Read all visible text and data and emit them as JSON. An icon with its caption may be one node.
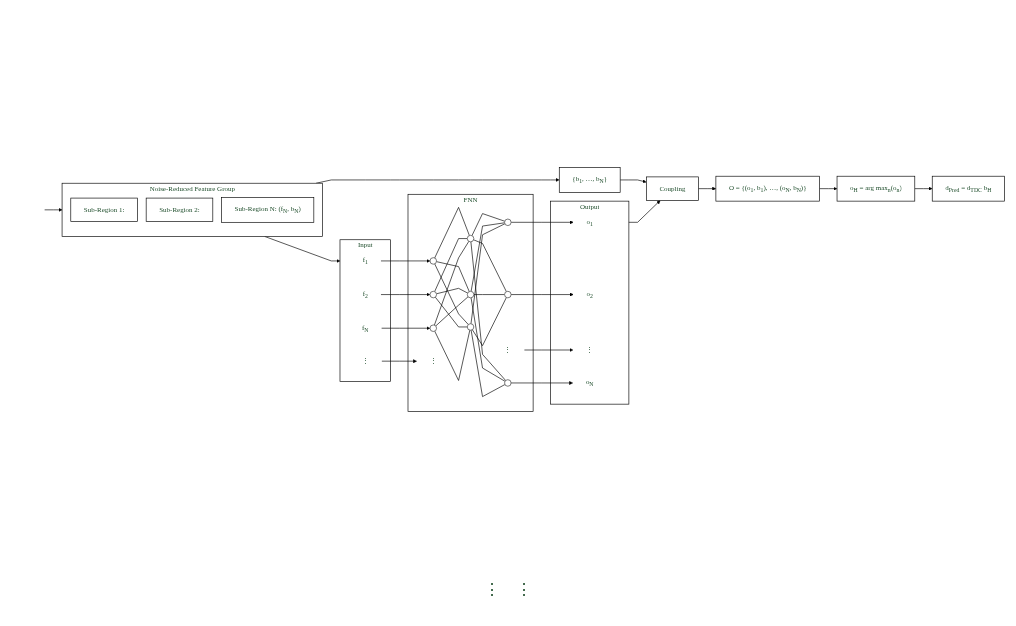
{
  "diagram": {
    "nodes": [
      {
        "text": [
          "Noise-Reduced Feature Group"
        ]
      },
      {
        "text": [
          "Sub-Region 1:"
        ],
        "in": 0
      },
      {
        "text": [
          "Sub-Region 2:"
        ],
        "in": 0
      },
      {
        "text": [
          "Sub-Region N: (f$_{N}$, b$_{N}$)"
        ],
        "in": 0
      },
      {
        "text": [
          "Input"
        ]
      },
      {
        "text": [
          "f$_{1}$"
        ],
        "in": 4
      },
      {
        "text": [
          "f$_{2}$"
        ],
        "in": 4
      },
      {
        "text": [
          "⋮"
        ],
        "in": 4
      },
      {
        "text": [
          "f$_{N}$"
        ],
        "in": 4
      },
      {
        "text": [
          "FNN"
        ]
      },
      {
        "text": [],
        "shape": "circle",
        "in": 9
      },
      {
        "text": [],
        "shape": "circle",
        "in": 9
      },
      {
        "text": [],
        "shape": "circle",
        "in": 9
      },
      {
        "text": [
          "⋮"
        ],
        "in": 9
      },
      {
        "text": [],
        "shape": "circle",
        "in": 9
      },
      {
        "text": [],
        "shape": "circle",
        "in": 9
      },
      {
        "text": [],
        "shape": "circle",
        "in": 9
      },
      {
        "text": [],
        "shape": "circle",
        "in": 9
      },
      {
        "text": [],
        "shape": "circle",
        "in": 9
      },
      {
        "text": [],
        "shape": "circle",
        "in": 9
      },
      {
        "text": [
          "⋮"
        ],
        "in": 9
      },
      {
        "text": [
          "Output"
        ]
      },
      {
        "text": [
          "o$_{1}$"
        ],
        "in": 21
      },
      {
        "text": [
          "o$_{2}$"
        ],
        "in": 21
      },
      {
        "text": [
          "⋮"
        ],
        "in": 21
      },
      {
        "text": [
          "o$_{N}$"
        ],
        "in": 21
      },
      {
        "text": [
          "{b$_{1}$, …, b$_{N}$}"
        ]
      },
      {
        "text": [
          "Coupling"
        ]
      },
      {
        "text": [
          "O = {(o$_{1}$, b$_{1}$), …, (o$_{N}$, b$_{N}$)}"
        ]
      },
      {
        "text": [
          "o$_{H}$ = arg max$_{n}$(o$_{n}$)"
        ]
      },
      {
        "text": [
          "d$_{Pred}$ = d$_{TDC}$ b$_{H}$"
        ]
      }
    ],
    "edges": [
      {
        "from": null,
        "to": 0,
        "arrow": "to"
      },
      {
        "from": 0,
        "to": 4,
        "arrow": "to"
      },
      {
        "from": 5,
        "to": 10,
        "arrow": "to"
      },
      {
        "from": 6,
        "to": 11,
        "arrow": "to"
      },
      {
        "from": 7,
        "to": 13,
        "arrow": "to"
      },
      {
        "from": 8,
        "to": 12,
        "arrow": "to"
      },
      {
        "from": 10,
        "to": 14,
        "arrow": "none"
      },
      {
        "from": 10,
        "to": 15,
        "arrow": "none"
      },
      {
        "from": 10,
        "to": 16,
        "arrow": "none"
      },
      {
        "from": 11,
        "to": 14,
        "arrow": "none"
      },
      {
        "from": 11,
        "to": 15,
        "arrow": "none"
      },
      {
        "from": 11,
        "to": 16,
        "arrow": "none"
      },
      {
        "from": 12,
        "to": 14,
        "arrow": "none"
      },
      {
        "from": 12,
        "to": 15,
        "arrow": "none"
      },
      {
        "from": 12,
        "to": 16,
        "arrow": "none"
      },
      {
        "from": 14,
        "to": 17,
        "arrow": "none"
      },
      {
        "from": 14,
        "to": 18,
        "arrow": "none"
      },
      {
        "from": 14,
        "to": 19,
        "arrow": "none"
      },
      {
        "from": 15,
        "to": 17,
        "arrow": "none"
      },
      {
        "from": 15,
        "to": 18,
        "arrow": "none"
      },
      {
        "from": 15,
        "to": 19,
        "arrow": "none"
      },
      {
        "from": 16,
        "to": 17,
        "arrow": "none"
      },
      {
        "from": 16,
        "to": 18,
        "arrow": "none"
      },
      {
        "from": 16,
        "to": 19,
        "arrow": "none"
      },
      {
        "from": 17,
        "to": 22,
        "arrow": "to"
      },
      {
        "from": 18,
        "to": 23,
        "arrow": "to"
      },
      {
        "from": 20,
        "to": 24,
        "arrow": "to"
      },
      {
        "from": 19,
        "to": 25,
        "arrow": "to"
      },
      {
        "from": 0,
        "to": 26,
        "arrow": "to"
      },
      {
        "from": 26,
        "to": 27,
        "arrow": "to"
      },
      {
        "from": 21,
        "to": 27,
        "arrow": "to"
      },
      {
        "from": 27,
        "to": 28,
        "arrow": "to"
      },
      {
        "from": 28,
        "to": 29,
        "arrow": "to"
      },
      {
        "from": 29,
        "to": 30,
        "arrow": "to"
      }
    ],
    "labels": [
      "⋮",
      "⋮"
    ]
  }
}
